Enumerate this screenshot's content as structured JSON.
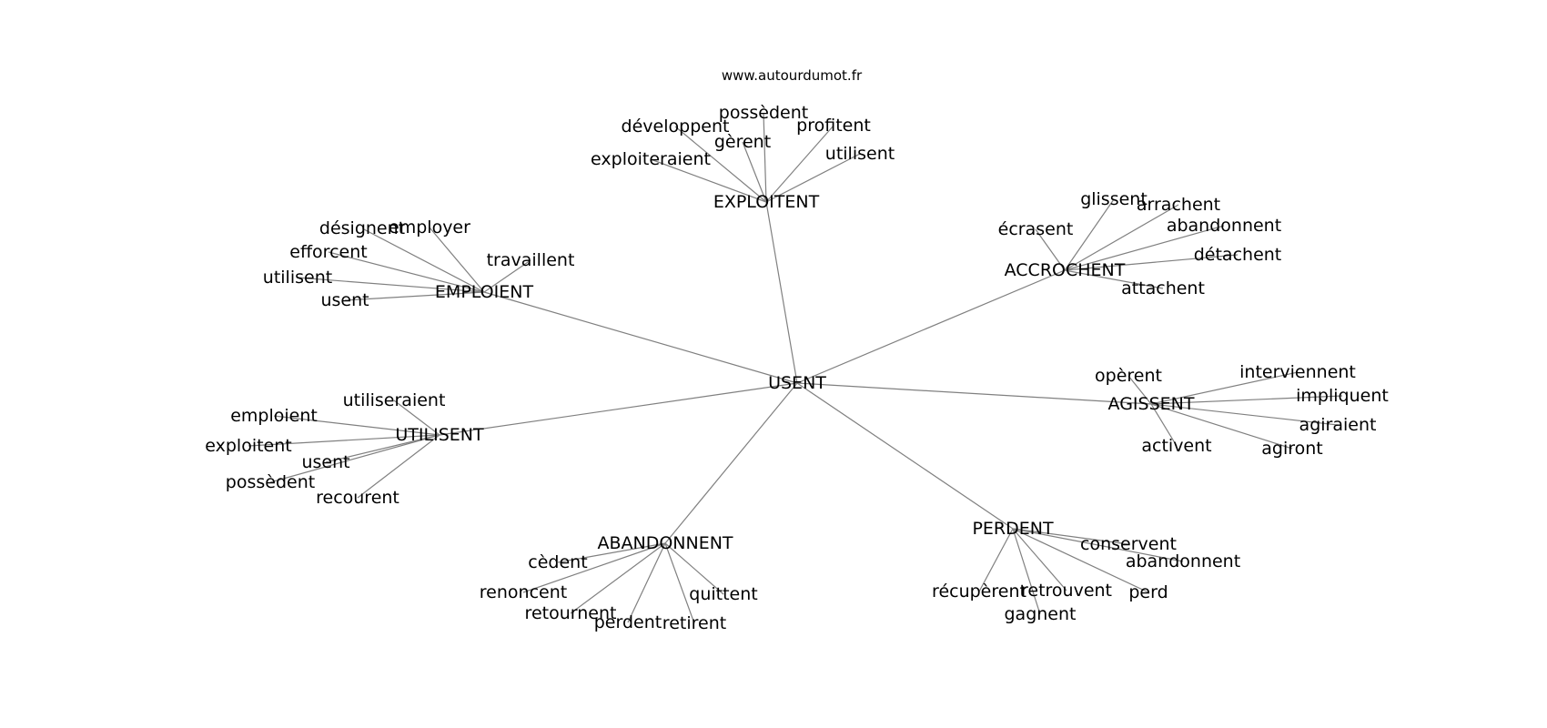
{
  "watermark": "www.autourdumot.fr",
  "graph": {
    "center": "USENT",
    "clusters": [
      {
        "label": "EXPLOITENT",
        "leaves": [
          "possèdent",
          "développent",
          "profitent",
          "gèrent",
          "utilisent",
          "exploiteraient"
        ]
      },
      {
        "label": "ACCROCHENT",
        "leaves": [
          "glissent",
          "arrachent",
          "écrasent",
          "abandonnent",
          "détachent",
          "attachent"
        ]
      },
      {
        "label": "EMPLOIENT",
        "leaves": [
          "désignent",
          "employer",
          "travaillent",
          "efforcent",
          "utilisent",
          "usent"
        ]
      },
      {
        "label": "AGISSENT",
        "leaves": [
          "opèrent",
          "interviennent",
          "impliquent",
          "agiraient",
          "activent",
          "agiront"
        ]
      },
      {
        "label": "UTILISENT",
        "leaves": [
          "utiliseraient",
          "emploient",
          "exploitent",
          "usent",
          "possèdent",
          "recourent"
        ]
      },
      {
        "label": "ABANDONNENT",
        "leaves": [
          "cèdent",
          "renoncent",
          "retournent",
          "perdent",
          "retirent",
          "quittent"
        ]
      },
      {
        "label": "PERDENT",
        "leaves": [
          "conservent",
          "abandonnent",
          "récupèrent",
          "retrouvent",
          "perd",
          "gagnent"
        ]
      }
    ]
  }
}
